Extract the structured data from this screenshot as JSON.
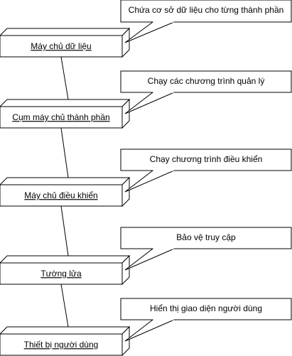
{
  "diagram": {
    "nodes": [
      {
        "label": "Máy chủ dữ liệu"
      },
      {
        "label": "Cụm máy chủ thành phần"
      },
      {
        "label": "Máy chủ điều khiển"
      },
      {
        "label": "Tường lửa"
      },
      {
        "label": "Thiết bị người dùng"
      }
    ],
    "notes": [
      {
        "text": "Chứa cơ sở dữ liệu cho từng thành phần"
      },
      {
        "text": "Chạy các chương trình quản lý"
      },
      {
        "text": "Chạy chương trình điều khiển"
      },
      {
        "text": "Bảo vệ truy cập"
      },
      {
        "text": "Hiển thị giao diện người dùng"
      }
    ],
    "colors": {
      "stroke": "#000000",
      "fill": "#ffffff"
    }
  }
}
